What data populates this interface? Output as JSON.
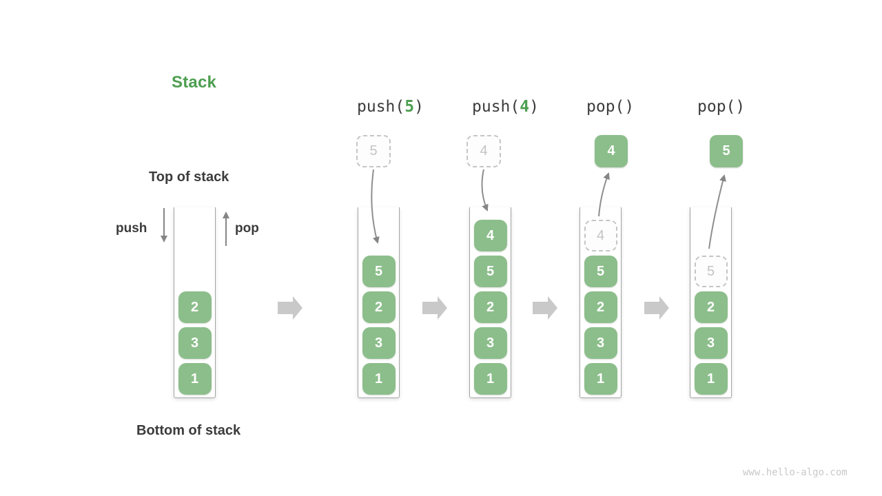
{
  "title": "Stack",
  "annotations": {
    "top_of_stack": "Top of stack",
    "bottom_of_stack": "Bottom of stack",
    "push": "push",
    "pop": "pop"
  },
  "operations": [
    {
      "id": "push-5",
      "prefix": "push(",
      "arg": "5",
      "suffix": ")",
      "floating_value": "5",
      "floating_style": "ghost"
    },
    {
      "id": "push-4",
      "prefix": "push(",
      "arg": "4",
      "suffix": ")",
      "floating_value": "4",
      "floating_style": "ghost"
    },
    {
      "id": "pop-1",
      "prefix": "pop(",
      "arg": "",
      "suffix": ")",
      "floating_value": "4",
      "floating_style": "solid"
    },
    {
      "id": "pop-2",
      "prefix": "pop(",
      "arg": "",
      "suffix": ")",
      "floating_value": "5",
      "floating_style": "solid"
    }
  ],
  "stacks": [
    {
      "id": "initial",
      "cells": [
        "2",
        "3",
        "1"
      ]
    },
    {
      "id": "after-push-5",
      "cells": [
        "5",
        "2",
        "3",
        "1"
      ]
    },
    {
      "id": "after-push-4",
      "cells": [
        "4",
        "5",
        "2",
        "3",
        "1"
      ]
    },
    {
      "id": "after-pop-1",
      "ghost": "4",
      "cells": [
        "5",
        "2",
        "3",
        "1"
      ]
    },
    {
      "id": "after-pop-2",
      "ghost": "5",
      "cells": [
        "2",
        "3",
        "1"
      ]
    }
  ],
  "watermark": "www.hello-algo.com",
  "colors": {
    "accent_green": "#4D9E50",
    "cell_green": "#8CBE8B",
    "text_dark": "#3B3B3B",
    "flow_arrow_gray": "#858585",
    "step_arrow_gray": "#C9C9C9",
    "ghost_gray": "#C3C3C3"
  }
}
